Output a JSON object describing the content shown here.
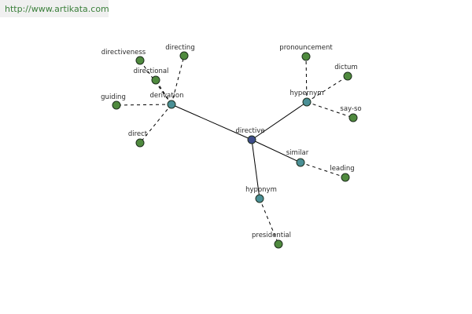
{
  "watermark": {
    "url": "http://www.artikata.com"
  },
  "colors": {
    "center_node": "#3e4c8a",
    "relation_node": "#4a8f95",
    "leaf_node": "#4f8a3e",
    "edge": "#000000",
    "url_text": "#3a7f3a"
  },
  "graph": {
    "center": {
      "id": "directive",
      "label": "directive",
      "kind": "center"
    },
    "relations": [
      {
        "id": "derivation",
        "label": "derivation",
        "kind": "relation"
      },
      {
        "id": "hypernym",
        "label": "hypernym",
        "kind": "relation"
      },
      {
        "id": "similar",
        "label": "similar",
        "kind": "relation"
      },
      {
        "id": "hyponym",
        "label": "hyponym",
        "kind": "relation"
      }
    ],
    "leaves": [
      {
        "id": "directiveness",
        "label": "directiveness",
        "parent": "derivation"
      },
      {
        "id": "directing",
        "label": "directing",
        "parent": "derivation"
      },
      {
        "id": "directional",
        "label": "directional",
        "parent": "derivation"
      },
      {
        "id": "guiding",
        "label": "guiding",
        "parent": "derivation"
      },
      {
        "id": "direct",
        "label": "direct",
        "parent": "derivation"
      },
      {
        "id": "pronouncement",
        "label": "pronouncement",
        "parent": "hypernym"
      },
      {
        "id": "dictum",
        "label": "dictum",
        "parent": "hypernym"
      },
      {
        "id": "say-so",
        "label": "say-so",
        "parent": "hypernym"
      },
      {
        "id": "leading",
        "label": "leading",
        "parent": "similar"
      },
      {
        "id": "presidential",
        "label": "presidential",
        "parent": "hyponym"
      }
    ]
  }
}
